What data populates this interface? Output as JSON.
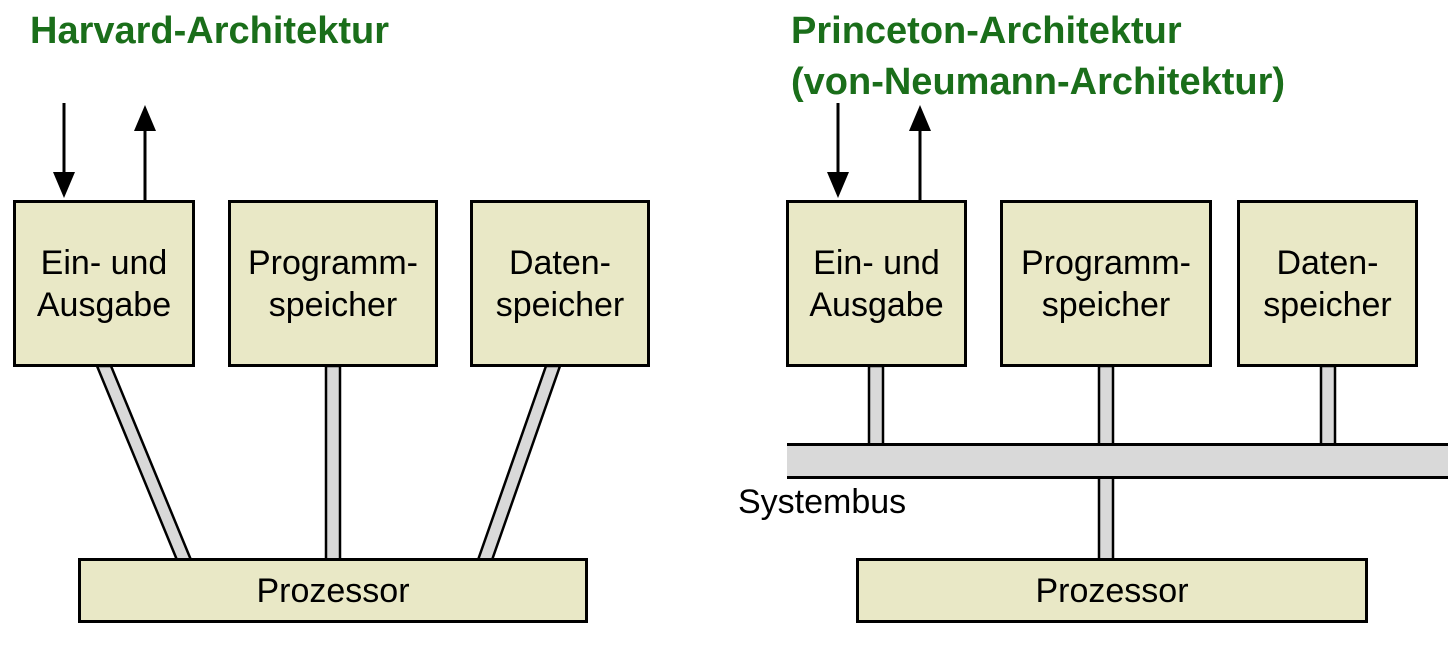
{
  "colors": {
    "title_green": "#1a6e1a",
    "box_fill": "#e9e8c6",
    "bus_gray": "#d9d9d9",
    "outline": "#000000"
  },
  "icons": {
    "input_arrow": "arrow-down",
    "output_arrow": "arrow-up"
  },
  "left_diagram": {
    "title": "Harvard-Architektur",
    "boxes": {
      "io": "Ein- und\nAusgabe",
      "program_memory": "Programm-\nspeicher",
      "data_memory": "Daten-\nspeicher",
      "processor": "Prozessor"
    }
  },
  "right_diagram": {
    "title": "Princeton-Architektur\n(von-Neumann-Architektur)",
    "bus_label": "Systembus",
    "boxes": {
      "io": "Ein- und\nAusgabe",
      "program_memory": "Programm-\nspeicher",
      "data_memory": "Daten-\nspeicher",
      "processor": "Prozessor"
    }
  }
}
